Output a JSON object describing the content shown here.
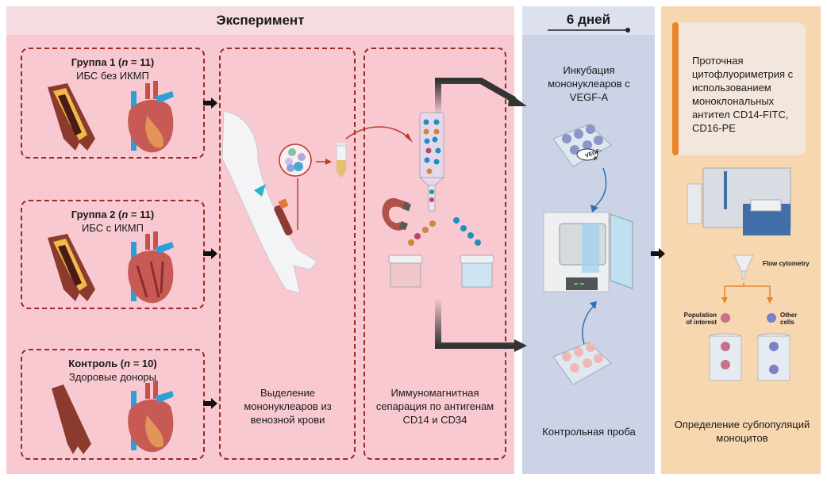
{
  "panels": {
    "experiment": {
      "title": "Эксперимент"
    },
    "incubation": {
      "title": "6 дней",
      "step_label": "Инкубация мононуклеаров с VEGF-A",
      "plate_label": "VEGF-A",
      "control_label": "Контрольная проба"
    },
    "flow": {
      "description": "Проточная цитофлуориметрия с использованием моноклональных антител CD14-FITC, CD16-PE",
      "flow_label": "Flow cytometry",
      "population_label": "Population of interest",
      "other_label": "Other cells",
      "result_label": "Определение субпопуляций моноцитов"
    }
  },
  "groups": [
    {
      "name": "Группа 1",
      "n_label": "n",
      "n_value": "11",
      "description": "ИБС без ИКМП"
    },
    {
      "name": "Группа 2",
      "n_label": "n",
      "n_value": "11",
      "description": "ИБС с ИКМП"
    },
    {
      "name": "Контроль",
      "n_label": "n",
      "n_value": "10",
      "description": "Здоровые доноры"
    }
  ],
  "steps": {
    "isolation": "Выделение мононуклеаров из венозной крови",
    "separation": "Иммуномагнитная сепарация по антигенам CD14 и CD34"
  },
  "colors": {
    "experiment_bg": "#f9c9d1",
    "incubation_bg": "#ccd3e7",
    "flow_bg": "#f7d7b0",
    "dashed_border": "#9a2a24",
    "accent_orange": "#e8872a"
  }
}
